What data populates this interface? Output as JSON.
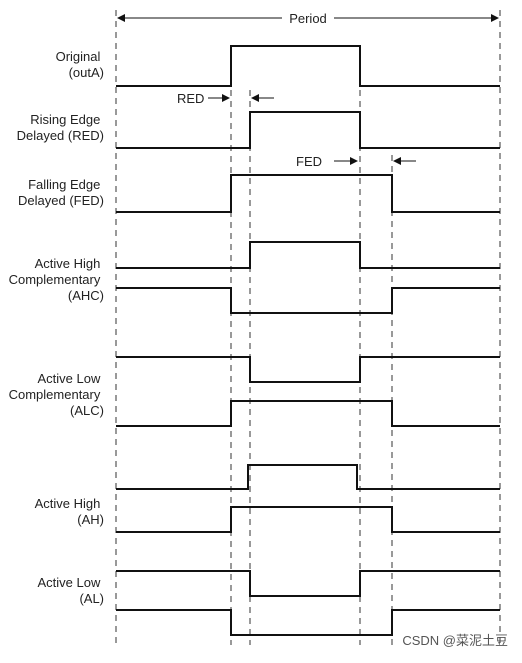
{
  "period_label": "Period",
  "red_label": "RED",
  "fed_label": "FED",
  "watermark": "CSDN @菜泥土豆",
  "signal_labels": [
    [
      "Original",
      "(outA)"
    ],
    [
      "Rising Edge",
      "Delayed (RED)"
    ],
    [
      "Falling Edge",
      "Delayed (FED)"
    ],
    [
      "Active High",
      "Complementary",
      "(AHC)"
    ],
    [
      "Active Low",
      "Complementary",
      "(ALC)"
    ],
    [
      "Active High",
      "(AH)"
    ],
    [
      "Active Low",
      "(AL)"
    ]
  ],
  "colors": {
    "line": "#111111",
    "text": "#222222",
    "dashed": "#333333"
  }
}
